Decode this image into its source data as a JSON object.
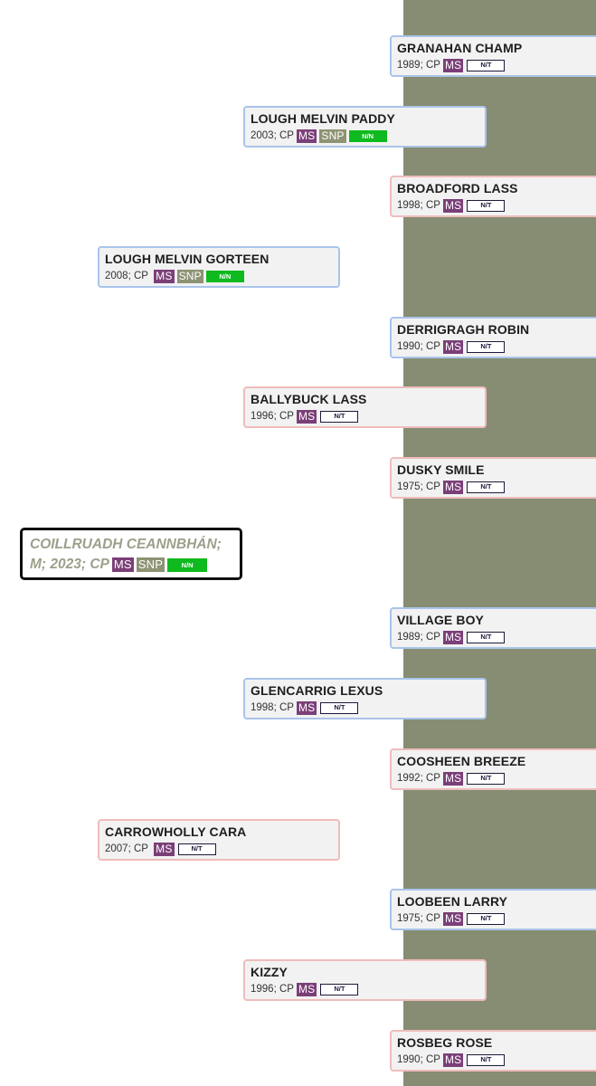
{
  "subject": {
    "line1": "COILLRUADH CEANNBHÁN;",
    "line2": "M; 2023; CP",
    "ms": "MS",
    "snp": "SNP",
    "status": "N/N"
  },
  "gen1": [
    {
      "name": "LOUGH MELVIN GORTEEN",
      "meta": "2008; CP",
      "ms": "MS",
      "snp": "SNP",
      "status": "N/N"
    },
    {
      "name": "CARROWHOLLY CARA",
      "meta": "2007; CP",
      "ms": "MS",
      "status": "N/T"
    }
  ],
  "gen2": [
    {
      "name": "LOUGH MELVIN PADDY",
      "meta": "2003; CP",
      "ms": "MS",
      "snp": "SNP",
      "status": "N/N"
    },
    {
      "name": "BALLYBUCK LASS",
      "meta": "1996; CP",
      "ms": "MS",
      "status": "N/T"
    },
    {
      "name": "GLENCARRIG LEXUS",
      "meta": "1998; CP",
      "ms": "MS",
      "status": "N/T"
    },
    {
      "name": "KIZZY",
      "meta": "1996; CP",
      "ms": "MS",
      "status": "N/T"
    }
  ],
  "gen3": [
    {
      "name": "GRANAHAN CHAMP",
      "meta": "1989; CP",
      "ms": "MS",
      "status": "N/T"
    },
    {
      "name": "BROADFORD LASS",
      "meta": "1998; CP",
      "ms": "MS",
      "status": "N/T"
    },
    {
      "name": "DERRIGRAGH ROBIN",
      "meta": "1990; CP",
      "ms": "MS",
      "status": "N/T"
    },
    {
      "name": "DUSKY SMILE",
      "meta": "1975; CP",
      "ms": "MS",
      "status": "N/T"
    },
    {
      "name": "VILLAGE BOY",
      "meta": "1989; CP",
      "ms": "MS",
      "status": "N/T"
    },
    {
      "name": "COOSHEEN BREEZE",
      "meta": "1992; CP",
      "ms": "MS",
      "status": "N/T"
    },
    {
      "name": "LOOBEEN LARRY",
      "meta": "1975; CP",
      "ms": "MS",
      "status": "N/T"
    },
    {
      "name": "ROSBEG ROSE",
      "meta": "1990; CP",
      "ms": "MS",
      "status": "N/T"
    }
  ]
}
